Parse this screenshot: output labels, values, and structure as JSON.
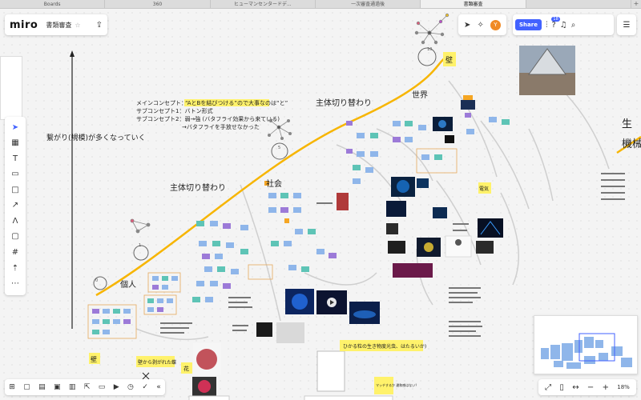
{
  "tabs": [
    {
      "label": "Boards"
    },
    {
      "label": "360"
    },
    {
      "label": "ヒューマンセンタードデ..."
    },
    {
      "label": "一次審査通過後"
    },
    {
      "label": "書類審査"
    },
    {
      "label": ""
    }
  ],
  "tab_add": "+",
  "header": {
    "logo": "miro",
    "board_name": "書類審査",
    "star": "☆",
    "upload": "⇪"
  },
  "top_right": {
    "share_label": "Share",
    "avatar_letter": "Y",
    "badge_count": "18"
  },
  "board": {
    "concept_main_prefix": "メインコンセプト：",
    "concept_main_highlight": "“AとBを結びつける”ので大事なのは“と”",
    "concept_sub1": "サブコンセプト1：バトン形式",
    "concept_sub2": "サブコンセプト2：弱→強 (バタフライ効果から来ている)",
    "concept_sub2_note": "→バタフライを手放せなかった",
    "vertical_note": "繋がり(規模)が多くなっていく",
    "switch_upper": "主体切り替わり",
    "switch_lower": "主体切り替わり",
    "label_world": "世界",
    "label_society": "社会",
    "label_individual": "個人",
    "label_machine": "機械",
    "label_life": "生",
    "sticky_wall_top": "壁",
    "sticky_wall_bottom": "壁",
    "sticky_electric": "電気",
    "sticky_flower": "花",
    "sticky_wall_turn": "壁から剥がれた蝶",
    "sticky_firefly": "ひかる粒の生き物度光虫、はたるいか)",
    "sticky_bottom": "マッチするか\n違和感はない？",
    "num_0": "0",
    "num_1": "1",
    "num_5": "5",
    "num_10": "10"
  },
  "zoom": {
    "level": "18%",
    "minus": "−",
    "plus": "+"
  },
  "colors": {
    "accent": "#4262ff",
    "curve": "#f7b500",
    "sticky_yellow": "#fff26b",
    "node_blue": "#8fb6ea",
    "node_teal": "#5ec4b6",
    "node_purple": "#9c7ad8"
  }
}
